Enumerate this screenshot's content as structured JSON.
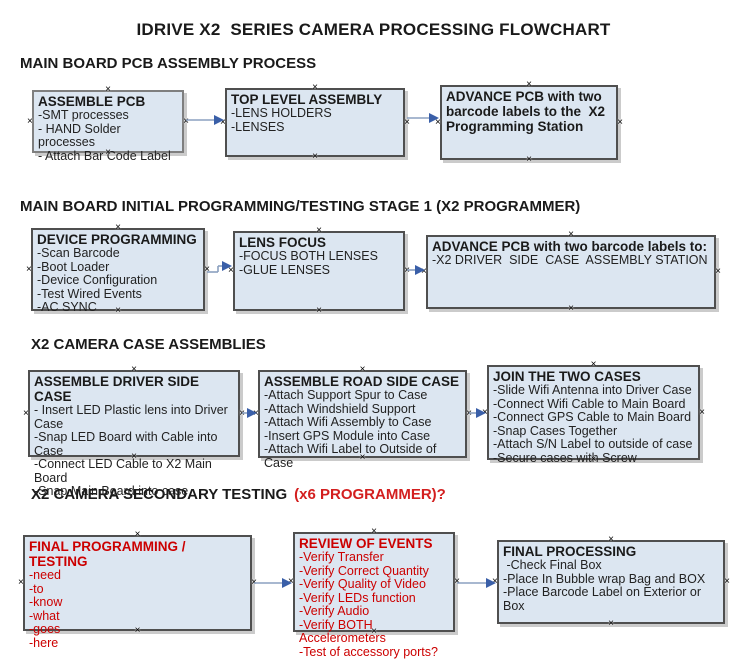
{
  "title": "IDRIVE X2  SERIES CAMERA PROCESSING FLOWCHART",
  "sections": [
    {
      "heading": "MAIN BOARD PCB ASSEMBLY PROCESS"
    },
    {
      "heading": "MAIN BOARD INITIAL PROGRAMMING/TESTING STAGE 1 (X2 PROGRAMMER)"
    },
    {
      "heading": "X2 CAMERA CASE ASSEMBLIES"
    },
    {
      "heading": "X2 CAMERA SECONDARY TESTING",
      "heading_red": "(x6 PROGRAMMER)?"
    }
  ],
  "boxes": [
    {
      "title": "ASSEMBLE PCB",
      "items": [
        "-SMT processes",
        "- HAND Solder processes",
        "- Attach Bar Code Label"
      ]
    },
    {
      "title": "TOP LEVEL ASSEMBLY",
      "items": [
        "-LENS HOLDERS",
        "-LENSES"
      ]
    },
    {
      "title": "ADVANCE PCB with two barcode labels to the  X2 Programming Station",
      "items": []
    },
    {
      "title": "DEVICE PROGRAMMING",
      "items": [
        "-Scan Barcode",
        "-Boot Loader",
        "-Device Configuration",
        "-Test Wired Events",
        "-AC SYNC"
      ]
    },
    {
      "title": "LENS FOCUS",
      "items": [
        "-FOCUS BOTH LENSES",
        "-GLUE LENSES"
      ]
    },
    {
      "title": "ADVANCE PCB with two barcode labels to:",
      "items": [
        "-X2 DRIVER  SIDE  CASE  ASSEMBLY STATION"
      ]
    },
    {
      "title": "ASSEMBLE DRIVER SIDE CASE",
      "items": [
        "- Insert LED Plastic lens into Driver Case",
        "-Snap LED Board with Cable into Case",
        "-Connect LED Cable to X2 Main Board",
        "-Snap Main Board into case"
      ]
    },
    {
      "title": "ASSEMBLE ROAD SIDE CASE",
      "items": [
        "-Attach Support Spur to Case",
        "-Attach Windshield Support",
        "-Attach Wifi Assembly to Case",
        "-Insert GPS Module into Case",
        "-Attach Wifi Label to Outside of Case"
      ]
    },
    {
      "title": "JOIN THE TWO CASES",
      "items": [
        "-Slide Wifi Antenna into Driver Case",
        "-Connect Wifi Cable to Main Board",
        "-Connect GPS Cable to Main Board",
        "-Snap Cases Together",
        "-Attach S/N Label to outside of case",
        "-Secure cases with Screw"
      ]
    },
    {
      "title": "FINAL PROGRAMMING / TESTING",
      "items": [
        "-need",
        "-to",
        "-know",
        "-what",
        "-goes",
        "-here"
      ]
    },
    {
      "title": "REVIEW OF EVENTS",
      "items": [
        "-Verify Transfer",
        "-Verify Correct Quantity",
        "-Verify Quality of Video",
        "-Verify LEDs function",
        "-Verify Audio",
        "-Verify BOTH Accelerometers",
        "-Test of accessory ports?"
      ]
    },
    {
      "title": "FINAL PROCESSING",
      "items": [
        " -Check Final Box",
        "-Place In Bubble wrap Bag and BOX",
        "-Place Barcode Label on Exterior or Box"
      ]
    }
  ],
  "colors": {
    "box_fill": "#dce6f1",
    "box_border": "#4f4f4f",
    "red_text": "#cc0000",
    "heading_red": "#d31f1f",
    "arrow_line": "#8ba0c0",
    "arrow_head": "#3a5fa8"
  }
}
